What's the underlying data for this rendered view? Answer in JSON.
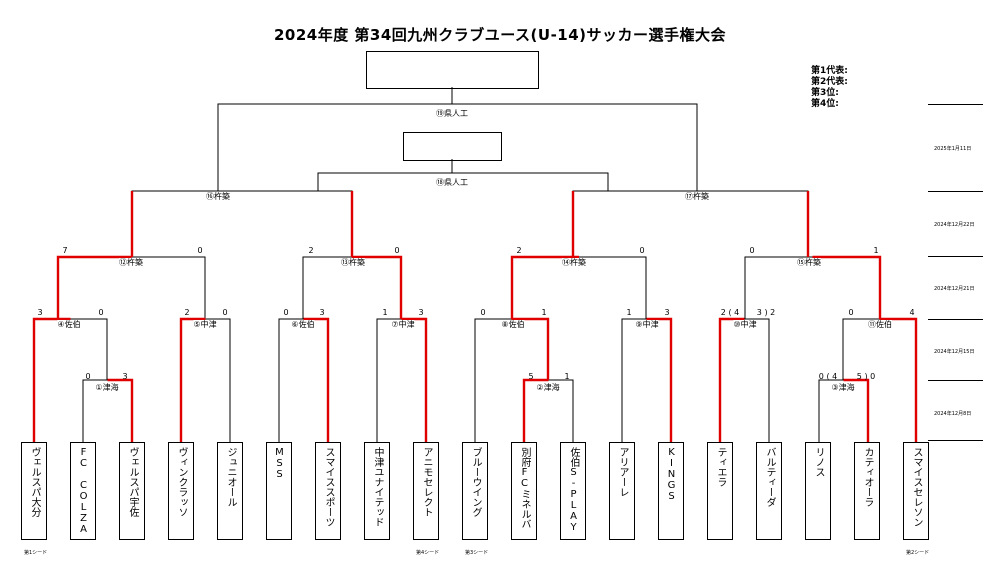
{
  "title": "2024年度 第34回九州クラブユース(U-14)サッカー選手権大会",
  "results": [
    "第1代表:",
    "第2代表:",
    "第3位:",
    "第4位:"
  ],
  "dates": [
    "2025年1月11日",
    "2024年12月22日",
    "2024年12月21日",
    "2024年12月15日",
    "2024年12月8日"
  ],
  "teams": [
    "ヴェルスパ大分",
    "FC COLZA",
    "ヴェルスパ宇佐",
    "ヴィンクラッソ",
    "ジュニオール",
    "MSS",
    "スマイススポーツ",
    "中津ユナイテッド",
    "アニモセレクト",
    "ブルーウイング",
    "別府FCミネルバ",
    "佐伯S-PLAY",
    "アリアーレ",
    "KINGS",
    "ティエラ",
    "バルティーダ",
    "リノス",
    "カティオーラ",
    "スマイスセレソン"
  ],
  "seeds": [
    "第1シード",
    "第4シード",
    "第3シード",
    "第2シード"
  ],
  "matches": {
    "m1": "①津海",
    "m2": "②津海",
    "m3": "③津海",
    "m4": "④佐伯",
    "m5": "⑤中津",
    "m6": "⑥佐伯",
    "m7": "⑦中津",
    "m8": "⑧佐伯",
    "m9": "⑨中津",
    "m10": "⑩中津",
    "m11": "⑪佐伯",
    "m12": "⑫杵築",
    "m13": "⑬杵築",
    "m14": "⑭杵築",
    "m15": "⑮杵築",
    "m16": "⑯杵築",
    "m17": "⑰杵築",
    "m18": "⑱県人工",
    "m19": "⑲県人工"
  },
  "scores": {
    "m1": [
      "0",
      "3"
    ],
    "m2": [
      "5",
      "1"
    ],
    "m3": [
      "0 ( 4",
      "5 ) 0"
    ],
    "m4": [
      "3",
      "0"
    ],
    "m5": [
      "2",
      "0"
    ],
    "m6": [
      "0",
      "3"
    ],
    "m7": [
      "1",
      "3"
    ],
    "m8": [
      "0",
      "1"
    ],
    "m9": [
      "1",
      "3"
    ],
    "m10": [
      "2 ( 4",
      "3 ) 2"
    ],
    "m11": [
      "0",
      "4"
    ],
    "m12": [
      "7",
      "0"
    ],
    "m13": [
      "2",
      "0"
    ],
    "m14": [
      "2",
      "0"
    ],
    "m15": [
      "0",
      "1"
    ]
  },
  "colors": {
    "winner_line": "#e00000",
    "line": "#000000"
  }
}
